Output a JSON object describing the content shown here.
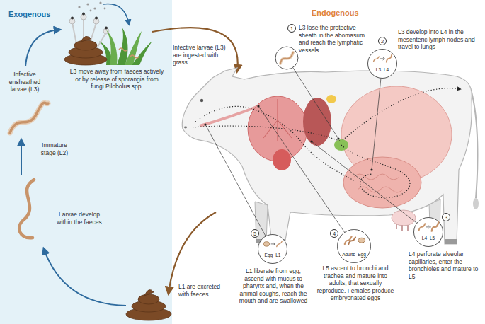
{
  "diagram": {
    "nodes": [
      {
        "text": [
          "1"
        ]
      },
      {
        "text": [
          "2"
        ]
      },
      {
        "text": [
          "L3",
          "L4"
        ]
      },
      {
        "text": [
          "3"
        ]
      },
      {
        "text": [
          "L4",
          "L5"
        ]
      },
      {
        "text": [
          "4"
        ]
      },
      {
        "text": [
          "Adults",
          "Egg"
        ]
      },
      {
        "text": [
          "5"
        ]
      },
      {
        "text": [
          "Egg",
          "L1"
        ]
      }
    ],
    "labels": [
      "Exogenous",
      "Endogenous",
      "Infective ensheathed larvae (L3)",
      "L3 move away from faeces actively or by release of sporangia from fungi Pilobolus spp.",
      "Infective larvae (L3) are ingested with grass",
      "Immature stage (L2)",
      "Larvae develop within the faeces",
      "L1 are excreted with faeces",
      "L3 lose the protective sheath in the abomasum and reach the lymphatic vessels",
      "L3 develop into L4 in the mesenteric lymph nodes and travel to lungs",
      "L4 perforate alveolar capillaries, enter the bronchioles and mature to L5",
      "L5 ascent to bronchi and trachea and mature into adults, that sexually reproduce. Females produce embryonated eggs",
      "L1 liberate from egg, ascend with mucus to pharynx and, when the animal coughs, reach the mouth and are swallowed"
    ]
  }
}
